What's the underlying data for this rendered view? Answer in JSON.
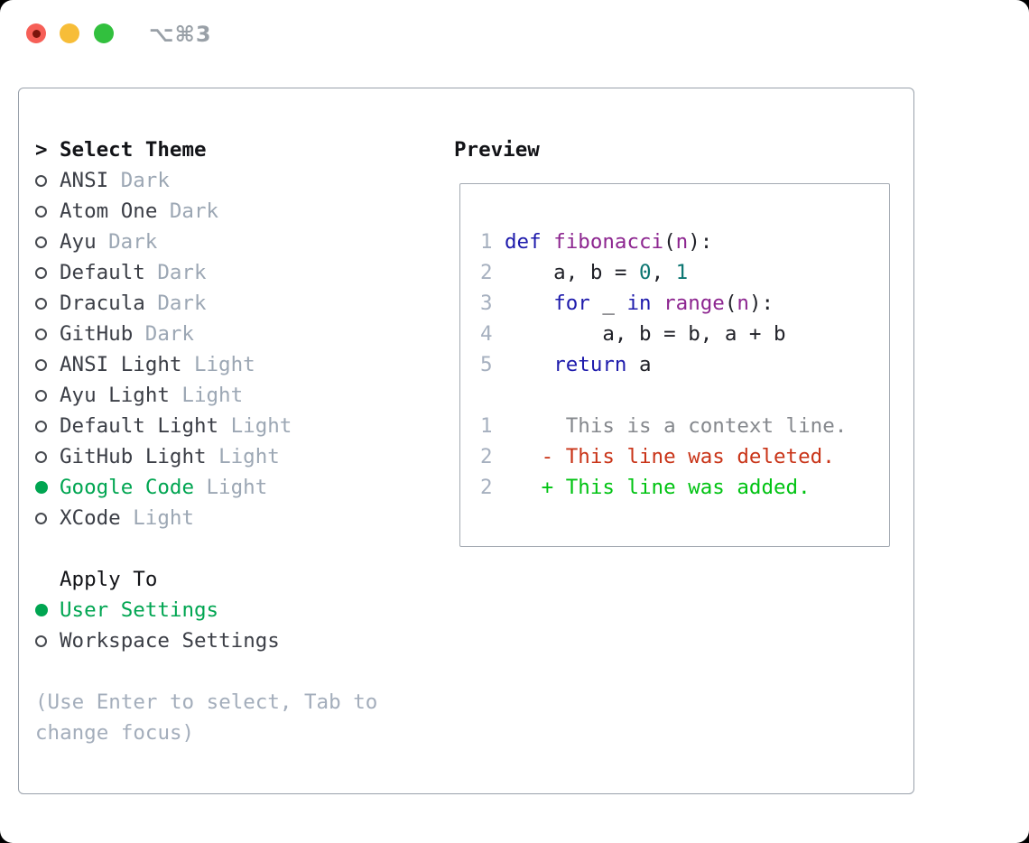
{
  "window": {
    "title": "⌥⌘3"
  },
  "theme_panel": {
    "header_prefix": ">",
    "header": "Select Theme",
    "items": [
      {
        "name": "ANSI",
        "variant": "Dark",
        "selected": false
      },
      {
        "name": "Atom One",
        "variant": "Dark",
        "selected": false
      },
      {
        "name": "Ayu",
        "variant": "Dark",
        "selected": false
      },
      {
        "name": "Default",
        "variant": "Dark",
        "selected": false
      },
      {
        "name": "Dracula",
        "variant": "Dark",
        "selected": false
      },
      {
        "name": "GitHub",
        "variant": "Dark",
        "selected": false
      },
      {
        "name": "ANSI Light",
        "variant": "Light",
        "selected": false
      },
      {
        "name": "Ayu Light",
        "variant": "Light",
        "selected": false
      },
      {
        "name": "Default Light",
        "variant": "Light",
        "selected": false
      },
      {
        "name": "GitHub Light",
        "variant": "Light",
        "selected": false
      },
      {
        "name": "Google Code",
        "variant": "Light",
        "selected": true
      },
      {
        "name": "XCode",
        "variant": "Light",
        "selected": false
      }
    ],
    "apply_to": {
      "header": "Apply To",
      "options": [
        {
          "label": "User Settings",
          "selected": true
        },
        {
          "label": "Workspace Settings",
          "selected": false
        }
      ]
    },
    "hint": "(Use Enter to select, Tab to change focus)"
  },
  "preview": {
    "header": "Preview",
    "code_lines": [
      {
        "num": "1",
        "segments": [
          {
            "t": "def",
            "c": "kw"
          },
          {
            "t": " ",
            "c": "pl"
          },
          {
            "t": "fibonacci",
            "c": "fn"
          },
          {
            "t": "(",
            "c": "pl"
          },
          {
            "t": "n",
            "c": "fn"
          },
          {
            "t": "):",
            "c": "pl"
          }
        ]
      },
      {
        "num": "2",
        "segments": [
          {
            "t": "    a, b = ",
            "c": "pl"
          },
          {
            "t": "0",
            "c": "lit"
          },
          {
            "t": ", ",
            "c": "pl"
          },
          {
            "t": "1",
            "c": "lit"
          }
        ]
      },
      {
        "num": "3",
        "segments": [
          {
            "t": "    ",
            "c": "pl"
          },
          {
            "t": "for",
            "c": "kw"
          },
          {
            "t": " _ ",
            "c": "pl"
          },
          {
            "t": "in",
            "c": "kw"
          },
          {
            "t": " ",
            "c": "pl"
          },
          {
            "t": "range",
            "c": "fn"
          },
          {
            "t": "(",
            "c": "pl"
          },
          {
            "t": "n",
            "c": "fn"
          },
          {
            "t": "):",
            "c": "pl"
          }
        ]
      },
      {
        "num": "4",
        "segments": [
          {
            "t": "        a, b = b, a + b",
            "c": "pl"
          }
        ]
      },
      {
        "num": "5",
        "segments": [
          {
            "t": "    ",
            "c": "pl"
          },
          {
            "t": "return",
            "c": "kw"
          },
          {
            "t": " a",
            "c": "pl"
          }
        ]
      }
    ],
    "diff_lines": [
      {
        "num": "1",
        "marker": " ",
        "text": "This is a context line.",
        "type": "context"
      },
      {
        "num": "2",
        "marker": "-",
        "text": "This line was deleted.",
        "type": "deleted"
      },
      {
        "num": "2",
        "marker": "+",
        "text": "This line was added.",
        "type": "added"
      }
    ]
  },
  "colors": {
    "page_bg": "#000000",
    "window_bg": "#ffffff",
    "panel_border": "#99a1ab",
    "preview_border": "#a4aab2",
    "header_text": "#121317",
    "item_text": "#3b3e46",
    "variant_text": "#9ca7b4",
    "hint_text": "#a3adbb",
    "selection_green": "#00a551",
    "radio_outline": "#46494f",
    "line_number": "#a6b0bf",
    "keyword": "#1e1bac",
    "function_name": "#8d2690",
    "literal": "#0c7672",
    "code_plain": "#202128",
    "context_text": "#85888d",
    "deleted_red": "#c93418",
    "added_green": "#00c312",
    "titlebar_text": "#99a0a7",
    "traffic_red": "#f65f57",
    "traffic_red_dot": "#7a140c",
    "traffic_yellow": "#f7bd38",
    "traffic_green": "#32c03e"
  }
}
